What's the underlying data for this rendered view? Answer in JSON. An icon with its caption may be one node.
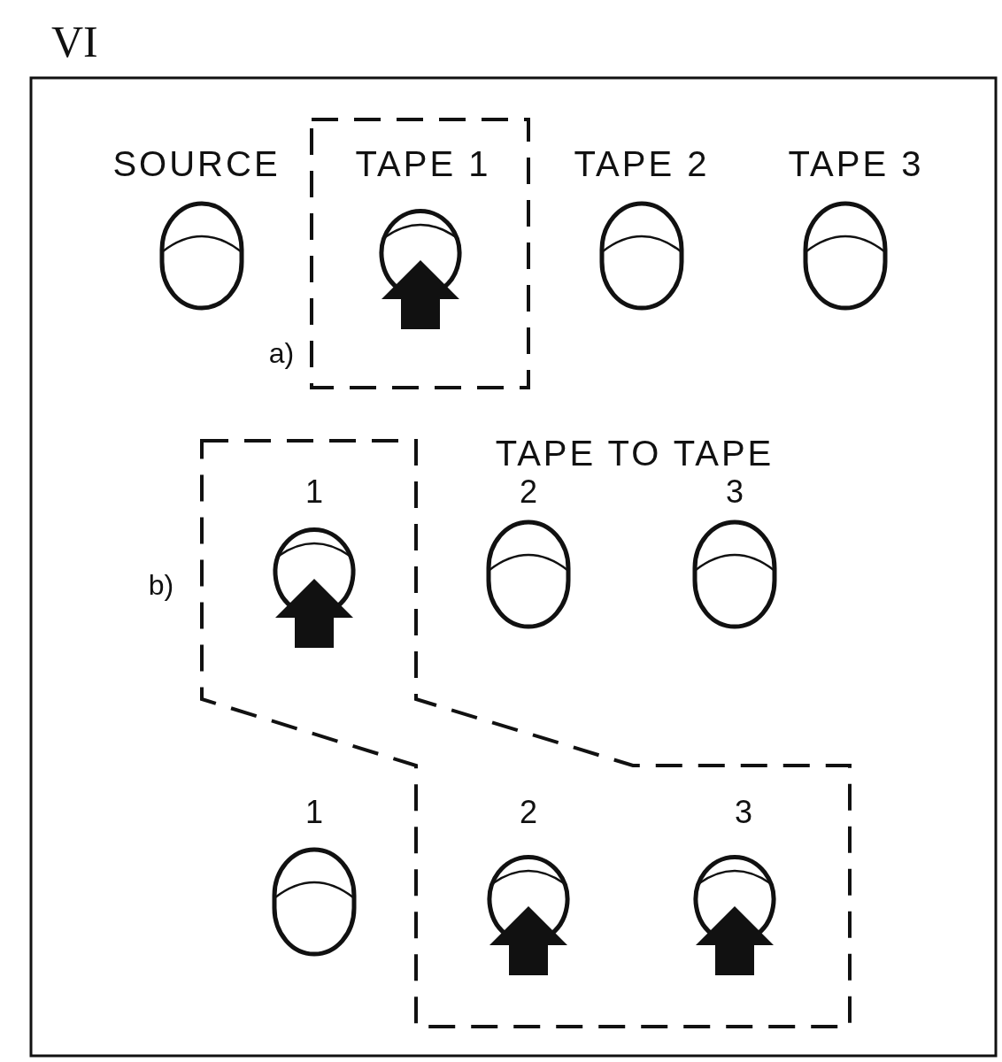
{
  "diagram": {
    "title": "VI",
    "labels": [
      "SOURCE",
      "TAPE 1",
      "TAPE 2",
      "TAPE 3",
      "a)",
      "TAPE TO TAPE",
      "1",
      "2",
      "3",
      "b)",
      "1",
      "2",
      "3"
    ]
  }
}
